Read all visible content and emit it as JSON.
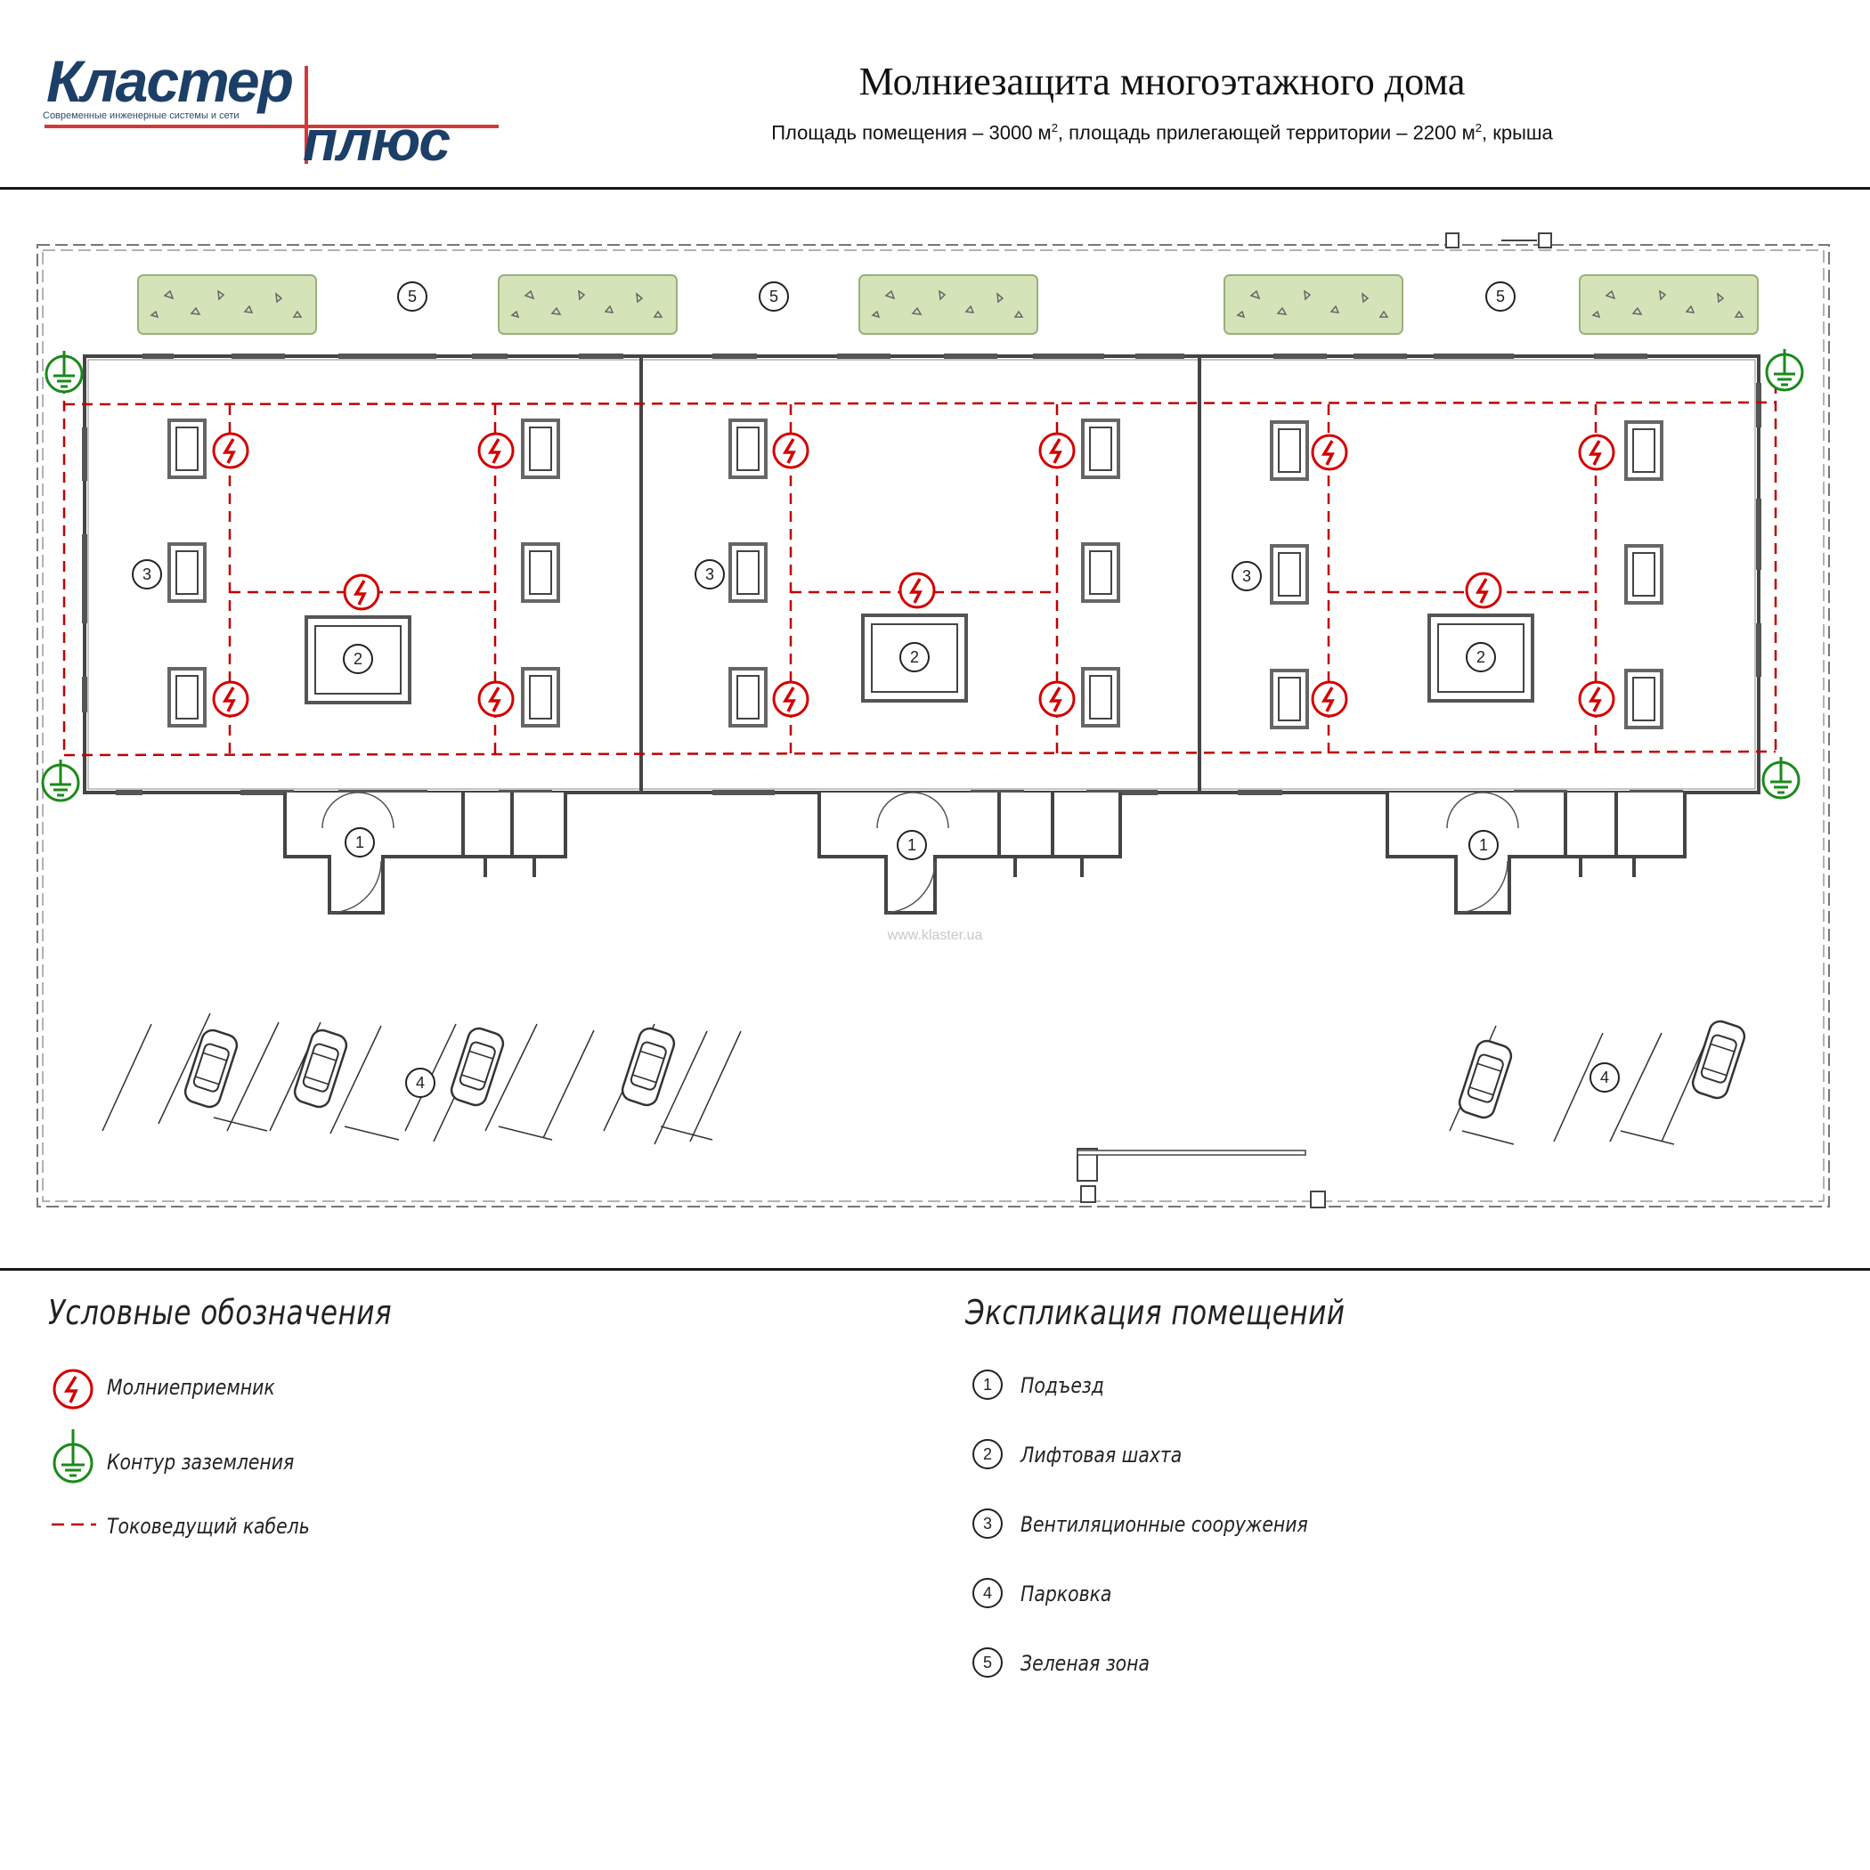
{
  "header": {
    "logo": {
      "top_word": "Кластер",
      "bottom_word": "плюс",
      "tagline": "Современные инженерные системы и сети"
    },
    "title": "Молниезащита многоэтажного дома",
    "subtitle_part1": "Площадь помещения – 3000 м",
    "subtitle_sup1": "2",
    "subtitle_part2": ", площадь прилегающей территории – 2200 м",
    "subtitle_sup2": "2",
    "subtitle_part3": ", крыша"
  },
  "plan": {
    "watermark": "www.klaster.ua",
    "markers": {
      "entrance": "1",
      "elevator_shaft": "2",
      "ventilation": "3",
      "parking": "4",
      "green_zone": "5"
    }
  },
  "legend": {
    "heading": "Условные обозначения",
    "items": [
      {
        "label": "Молниеприемник",
        "icon": "lightning-rod-icon",
        "color": "#d40000"
      },
      {
        "label": "Контур заземления",
        "icon": "grounding-icon",
        "color": "#1a8a1a"
      },
      {
        "label": "Токоведущий кабель",
        "icon": "dashed-cable-icon",
        "color": "#c00000"
      }
    ]
  },
  "explication": {
    "heading": "Экспликация помещений",
    "items": [
      {
        "num": "1",
        "label": "Подъезд"
      },
      {
        "num": "2",
        "label": "Лифтовая шахта"
      },
      {
        "num": "3",
        "label": "Вентиляционные сооружения"
      },
      {
        "num": "4",
        "label": "Парковка"
      },
      {
        "num": "5",
        "label": "Зеленая зона"
      }
    ]
  },
  "colors": {
    "lightning": "#d40000",
    "ground": "#1a8a1a",
    "cable": "#c00000",
    "bush": "#d4e4b8",
    "logo_blue": "#1c3f68",
    "logo_red": "#d23a3a"
  }
}
